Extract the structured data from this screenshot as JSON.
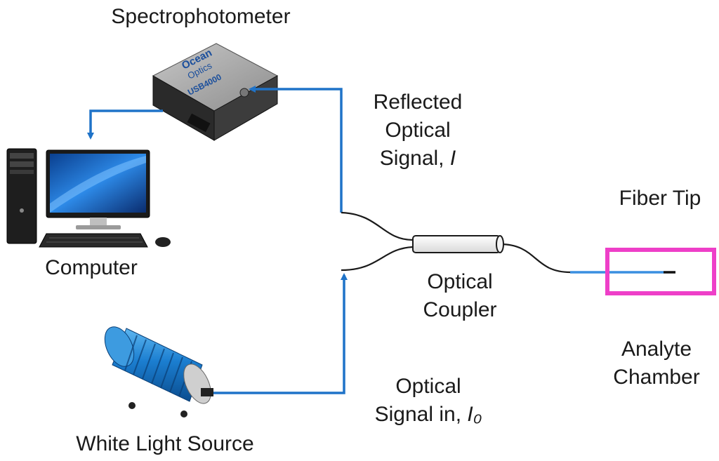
{
  "labels": {
    "spectrophotometer": "Spectrophotometer",
    "computer": "Computer",
    "white_light_source": "White Light Source",
    "reflected": {
      "line1": "Reflected",
      "line2": "Optical",
      "line3_prefix": "Signal, ",
      "line3_symbol": "I"
    },
    "optical_coupler": {
      "line1": "Optical",
      "line2": "Coupler"
    },
    "signal_in": {
      "line1": "Optical",
      "line2_prefix": "Signal in, ",
      "line2_symbol": "I₀"
    },
    "fiber_tip": "Fiber Tip",
    "analyte_chamber": {
      "line1": "Analyte",
      "line2": "Chamber"
    }
  },
  "device_branding": {
    "brand_line1": "Ocean",
    "brand_line2": "Optics",
    "model": "USB4000"
  },
  "colors": {
    "signal_path": "#1f73c8",
    "chamber_frame": "#ee3fc8",
    "fiber": "#1a1a1a",
    "light_source_body": "#1b7ed0"
  }
}
